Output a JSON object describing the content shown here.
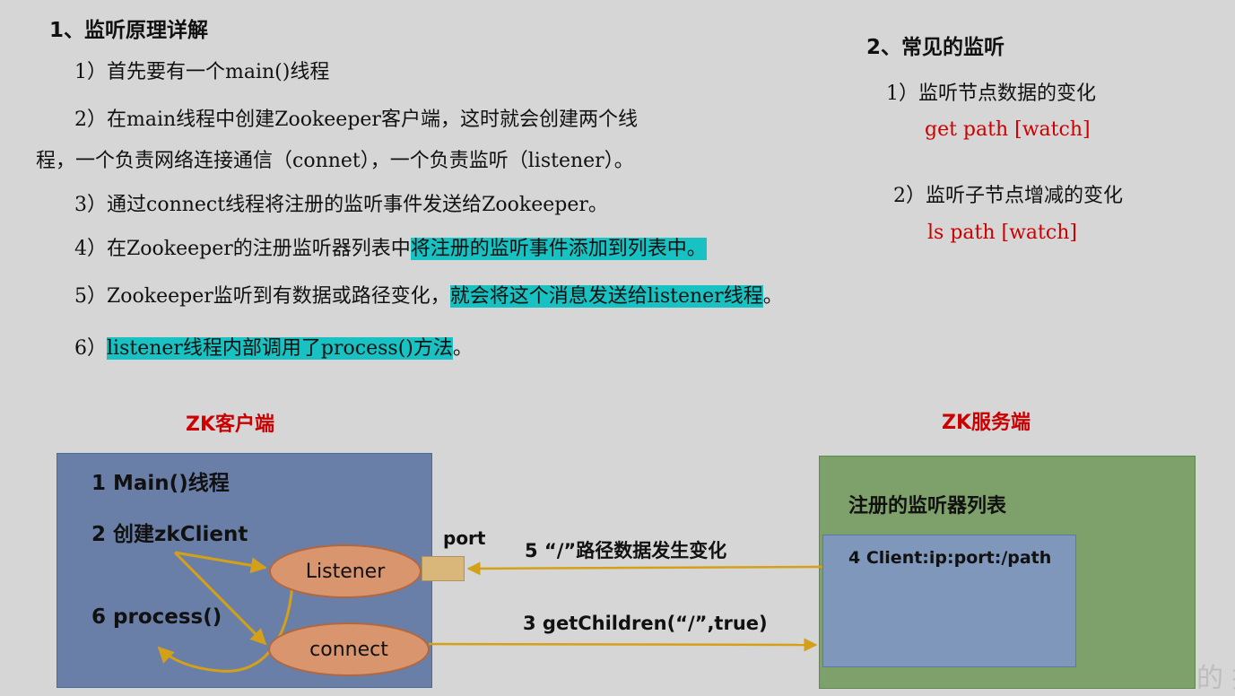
{
  "principle": {
    "heading": "1、监听原理详解",
    "steps": [
      "1）首先要有一个main()线程",
      "2）在main线程中创建Zookeeper客户端，这时就会创建两个线",
      "程，一个负责网络连接通信（connet），一个负责监听（listener）。",
      "3）通过connect线程将注册的监听事件发送给Zookeeper。"
    ],
    "step4_plain": "4）在Zookeeper的注册监听器列表中",
    "step4_highlight": "将注册的监听事件添加到列表中。",
    "step5_plain": "5）Zookeeper监听到有数据或路径变化，",
    "step5_highlight": "就会将这个消息发送给listener线程",
    "step5_end": "。",
    "step6_prefix": "6）",
    "step6_highlight": "listener线程内部调用了process()方法",
    "step6_end": "。"
  },
  "common": {
    "heading": "2、常见的监听",
    "item1": "1）监听节点数据的变化",
    "cmd1": "get path [watch]",
    "item2": "2）监听子节点增减的变化",
    "cmd2": "ls path [watch]"
  },
  "diagram": {
    "client_title": "ZK客户端",
    "server_title": "ZK服务端",
    "client_lines": [
      "1 Main()线程",
      "2 创建zkClient",
      "6 process()"
    ],
    "listener": "Listener",
    "connect": "connect",
    "port": "port",
    "arrow5": "5 “/”路径数据发生变化",
    "arrow3": "3 getChildren(“/”,true)",
    "server_list_title": "注册的监听器列表",
    "server_entry": "4 Client:ip:port:/path"
  },
  "colors": {
    "highlight": "#19c2c2",
    "red": "#cc0000",
    "arrow": "#d4a017"
  },
  "watermark": "的 技"
}
